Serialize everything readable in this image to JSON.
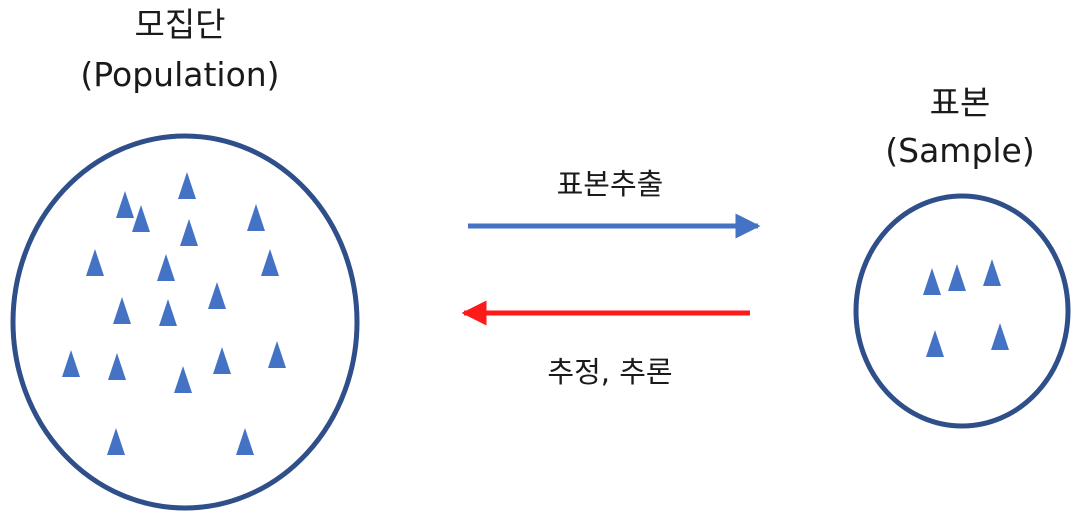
{
  "population": {
    "title": "모집단",
    "subtitle": "(Population)"
  },
  "sample": {
    "title": "표본",
    "subtitle": "(Sample)"
  },
  "arrows": {
    "forward_label": "표본추출",
    "backward_label": "추정, 추론"
  },
  "colors": {
    "circle_stroke": "#2f4f8a",
    "triangle_fill": "#4472c4",
    "forward_arrow": "#4472c4",
    "backward_arrow": "#ff1a1a"
  },
  "icons": {
    "element_marker": "triangle-icon"
  }
}
